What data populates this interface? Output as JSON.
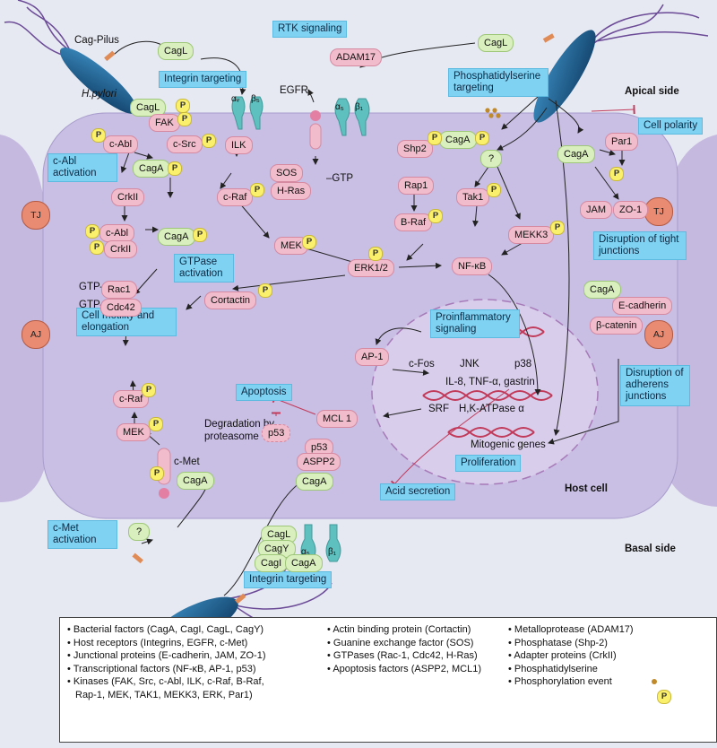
{
  "labels": {
    "cag_pilus": "Cag-Pilus",
    "h_pylori": "H.pylori",
    "rtk_signaling": "RTK signaling",
    "integrin_targeting_top": "Integrin targeting",
    "adam17": "ADAM17",
    "egfr": "EGFR",
    "ps_targeting": "Phosphatidylserine targeting",
    "apical_side": "Apical side",
    "cell_polarity": "Cell polarity",
    "cabl_activation": "c-Abl activation",
    "gtpase_activation": "GTPase activation",
    "disruption_tj": "Disruption of tight junctions",
    "proinflammatory": "Proinflammatory signaling",
    "disruption_aj": "Disruption of adherens junctions",
    "apoptosis": "Apoptosis",
    "degradation": "Degradation by proteasome",
    "proliferation": "Proliferation",
    "acid_secretion": "Acid secretion",
    "host_cell": "Host cell",
    "basal_side": "Basal side",
    "cmet_activation": "c-Met activation",
    "integrin_targeting_bottom": "Integrin targeting",
    "tj_left": "TJ",
    "aj_left": "AJ",
    "tj_right": "TJ",
    "aj_right": "AJ",
    "alpha_v": "αᵥ",
    "beta_5": "β₅",
    "alpha_5_top": "α₅",
    "beta_1_top": "β₁",
    "alpha_5_bottom": "α₅",
    "beta_1_bottom": "β₁",
    "gtp_rac1": "GTP–",
    "gtp_cdc42": "GTP–",
    "hras_gtp": "–GTP",
    "cell_motility": "Cell motility and elongation",
    "phos_symbol": "P"
  },
  "nodes": {
    "cagl_top_pilus": "CagL",
    "cagl_left": "CagL",
    "fak": "FAK",
    "cabl": "c-Abl",
    "csrc": "c-Src",
    "caga_left": "CagA",
    "crkii": "CrkII",
    "cabl2": "c-Abl",
    "crkii2": "CrkII",
    "caga_left2": "CagA",
    "rac1": "Rac1",
    "cdc42": "Cdc42",
    "ilk": "ILK",
    "sos": "SOS",
    "hras": "H-Ras",
    "craf_top": "c-Raf",
    "mek_top": "MEK",
    "erk": "ERK1/2",
    "cortactin": "Cortactin",
    "cagl_top_right": "CagL",
    "shp2": "Shp2",
    "caga_mid": "CagA",
    "rap1": "Rap1",
    "braf": "B-Raf",
    "question_top": "?",
    "tak1": "Tak1",
    "mekk3": "MEKK3",
    "nfkb": "NF-κB",
    "par1": "Par1",
    "caga_right": "CagA",
    "jam": "JAM",
    "zo1": "ZO-1",
    "caga_aj": "CagA",
    "ecadherin": "E-cadherin",
    "bcatenin": "β-catenin",
    "ap1": "AP-1",
    "cfos": "c-Fos",
    "jnk": "JNK",
    "p38": "p38",
    "il8": "IL-8, TNF-α, gastrin",
    "srf": "SRF",
    "hkatpase": "H,K-ATPase α",
    "mcl1": "MCL 1",
    "mitogenic": "Mitogenic genes",
    "p53_deg": "p53",
    "p53": "p53",
    "aspp2": "ASPP2",
    "mek_bottom": "MEK",
    "craf_bottom": "c-Raf",
    "cmet": "c-Met",
    "caga_cmet": "CagA",
    "caga_bottom": "CagA",
    "question_bottom": "?",
    "cagl_bottom": "CagL",
    "cagy": "CagY",
    "cagi": "CagI",
    "caga_bottom2": "CagA"
  },
  "legend": {
    "col1": [
      "Bacterial factors (CagA, CagI, CagL, CagY)",
      "Host receptors (Integrins, EGFR, c-Met)",
      "Junctional proteins (E-cadherin, JAM, ZO-1)",
      "Transcriptional factors (NF-κB, AP-1, p53)",
      "Kinases (FAK, Src, c-Abl, ILK, c-Raf, B-Raf,",
      "Rap-1, MEK, TAK1, MEKK3, ERK, Par1)"
    ],
    "col2": [
      "Actin binding protein (Cortactin)",
      "Guanine exchange factor (SOS)",
      "GTPases (Rac-1, Cdc42, H-Ras)",
      "Apoptosis factors (ASPP2, MCL1)"
    ],
    "col3": [
      "Metalloprotease (ADAM17)",
      "Phosphatase (Shp-2)",
      "Adapter proteins (CrkII)",
      "Phosphatidylserine",
      "Phosphorylation event"
    ]
  },
  "colors": {
    "cell": "#c7bde2",
    "nucleus": "#d8cdea",
    "kinase_fill": "#f1bccb",
    "bacterial_fill": "#d9efbe",
    "info_box": "#7fd2f2",
    "phosphorylation": "#fbf06b",
    "junction": "#e88b72",
    "bacterium": "#1e6a9a"
  }
}
